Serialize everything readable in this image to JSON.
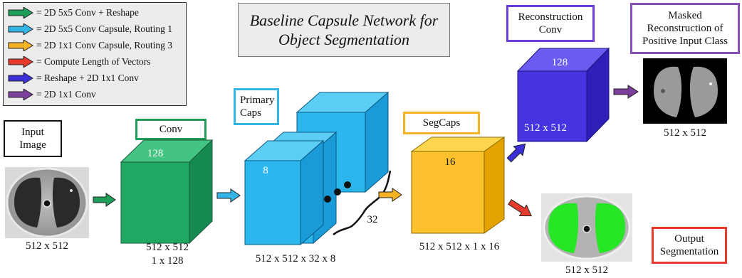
{
  "title": {
    "line1": "Baseline Capsule Network for",
    "line2": "Object Segmentation"
  },
  "legend": [
    {
      "label": "= 2D 5x5 Conv + Reshape",
      "color": "#1e9e59"
    },
    {
      "label": "= 2D 5x5 Conv Capsule, Routing 1",
      "color": "#33b5e5"
    },
    {
      "label": "= 2D 1x1 Conv Capsule, Routing 3",
      "color": "#f5b324"
    },
    {
      "label": "= Compute Length of Vectors",
      "color": "#e53a2c"
    },
    {
      "label": "= Reshape + 2D 1x1 Conv",
      "color": "#3b2fd8"
    },
    {
      "label": "= 2D 1x1 Conv",
      "color": "#7d3f9c"
    }
  ],
  "input": {
    "label_line1": "Input",
    "label_line2": "Image",
    "dims": "512 x 512"
  },
  "conv": {
    "label": "Conv",
    "depth": "128",
    "dims_line1": "512 x 512",
    "dims_line2": "1 x 128",
    "border_color": "#1e9e59"
  },
  "primary_caps": {
    "label_line1": "Primary",
    "label_line2": "Caps",
    "depth": "8",
    "count": "32",
    "dims": "512 x 512 x 32 x 8",
    "border_color": "#33b5e5"
  },
  "segcaps": {
    "label": "SegCaps",
    "depth": "16",
    "dims": "512 x 512 x 1 x 16",
    "border_color": "#f5b324"
  },
  "reconstruction_conv": {
    "label_line1": "Reconstruction",
    "label_line2": "Conv",
    "depth": "128",
    "dims": "512 x 512",
    "border_color": "#6a3fd8"
  },
  "masked_reconstruction": {
    "label_line1": "Masked",
    "label_line2": "Reconstruction of",
    "label_line3": "Positive Input Class",
    "dims": "512 x 512",
    "border_color": "#8a4fbf"
  },
  "output": {
    "label_line1": "Output",
    "label_line2": "Segmentation",
    "dims": "512 x 512",
    "border_color": "#e53a2c"
  }
}
